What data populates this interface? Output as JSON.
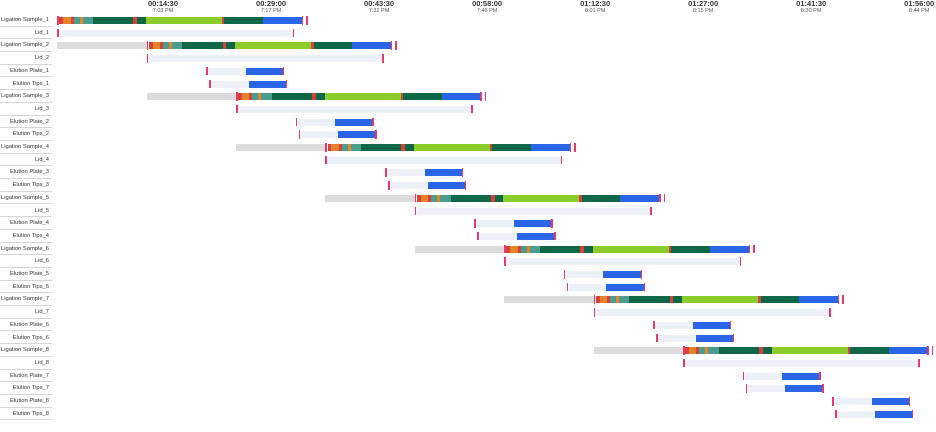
{
  "timeline": {
    "ticks": [
      {
        "duration": "00:14:30",
        "clock": "7:03 PM",
        "t": 14.5
      },
      {
        "duration": "00:29:00",
        "clock": "7:17 PM",
        "t": 29
      },
      {
        "duration": "00:43:30",
        "clock": "7:32 PM",
        "t": 43.5
      },
      {
        "duration": "00:58:00",
        "clock": "7:46 PM",
        "t": 58
      },
      {
        "duration": "01:12:30",
        "clock": "8:01 PM",
        "t": 72.5
      },
      {
        "duration": "01:27:00",
        "clock": "8:15 PM",
        "t": 87
      },
      {
        "duration": "01:41:30",
        "clock": "8:30 PM",
        "t": 101.5
      },
      {
        "duration": "01:56:00",
        "clock": "8:44 PM",
        "t": 116
      }
    ],
    "colors": {
      "wait": "#dcdcdc",
      "idle": "#eef0f7",
      "marker": "#e8386d",
      "orange": "#e5832a",
      "teal": "#4a9c8e",
      "dark_green": "#0e6747",
      "lime": "#8ccb2c",
      "blue": "#2965e4",
      "red": "#d9403a"
    },
    "rows": [
      {
        "label": "Ligation Sample_1",
        "type": "sample",
        "start": 0.3
      },
      {
        "label": "Lid_1",
        "type": "lid",
        "start": 0.3
      },
      {
        "label": "Ligation Sample_2",
        "type": "sample",
        "start": 12.3
      },
      {
        "label": "Lid_2",
        "type": "lid",
        "start": 12.3
      },
      {
        "label": "Elution Plate_1",
        "type": "elution",
        "start": 20.3
      },
      {
        "label": "Elution Tips_1",
        "type": "elution",
        "start": 20.7
      },
      {
        "label": "Ligation Sample_3",
        "type": "sample",
        "start": 24.3
      },
      {
        "label": "Lid_3",
        "type": "lid",
        "start": 24.3
      },
      {
        "label": "Elution Plate_2",
        "type": "elution",
        "start": 32.3
      },
      {
        "label": "Elution Tips_2",
        "type": "elution",
        "start": 32.7
      },
      {
        "label": "Ligation Sample_4",
        "type": "sample",
        "start": 36.3
      },
      {
        "label": "Lid_4",
        "type": "lid",
        "start": 36.3
      },
      {
        "label": "Elution Plate_3",
        "type": "elution",
        "start": 44.3
      },
      {
        "label": "Elution Tips_3",
        "type": "elution",
        "start": 44.7
      },
      {
        "label": "Ligation Sample_5",
        "type": "sample",
        "start": 48.3
      },
      {
        "label": "Lid_5",
        "type": "lid",
        "start": 48.3
      },
      {
        "label": "Elution Plate_4",
        "type": "elution",
        "start": 56.3
      },
      {
        "label": "Elution Tips_4",
        "type": "elution",
        "start": 56.7
      },
      {
        "label": "Ligation Sample_6",
        "type": "sample",
        "start": 60.3
      },
      {
        "label": "Lid_6",
        "type": "lid",
        "start": 60.3
      },
      {
        "label": "Elution Plate_5",
        "type": "elution",
        "start": 68.3
      },
      {
        "label": "Elution Tips_5",
        "type": "elution",
        "start": 68.7
      },
      {
        "label": "Ligation Sample_7",
        "type": "sample",
        "start": 72.3
      },
      {
        "label": "Lid_7",
        "type": "lid",
        "start": 72.3
      },
      {
        "label": "Elution Plate_6",
        "type": "elution",
        "start": 80.3
      },
      {
        "label": "Elution Tips_6",
        "type": "elution",
        "start": 80.7
      },
      {
        "label": "Ligation Sample_8",
        "type": "sample",
        "start": 84.3
      },
      {
        "label": "Lid_8",
        "type": "lid",
        "start": 84.3
      },
      {
        "label": "Elution Plate_7",
        "type": "elution",
        "start": 92.3
      },
      {
        "label": "Elution Tips_7",
        "type": "elution",
        "start": 92.7
      },
      {
        "label": "Elution Plate_8",
        "type": "elution",
        "start": 104.3
      },
      {
        "label": "Elution Tips_8",
        "type": "elution",
        "start": 104.7
      }
    ]
  }
}
